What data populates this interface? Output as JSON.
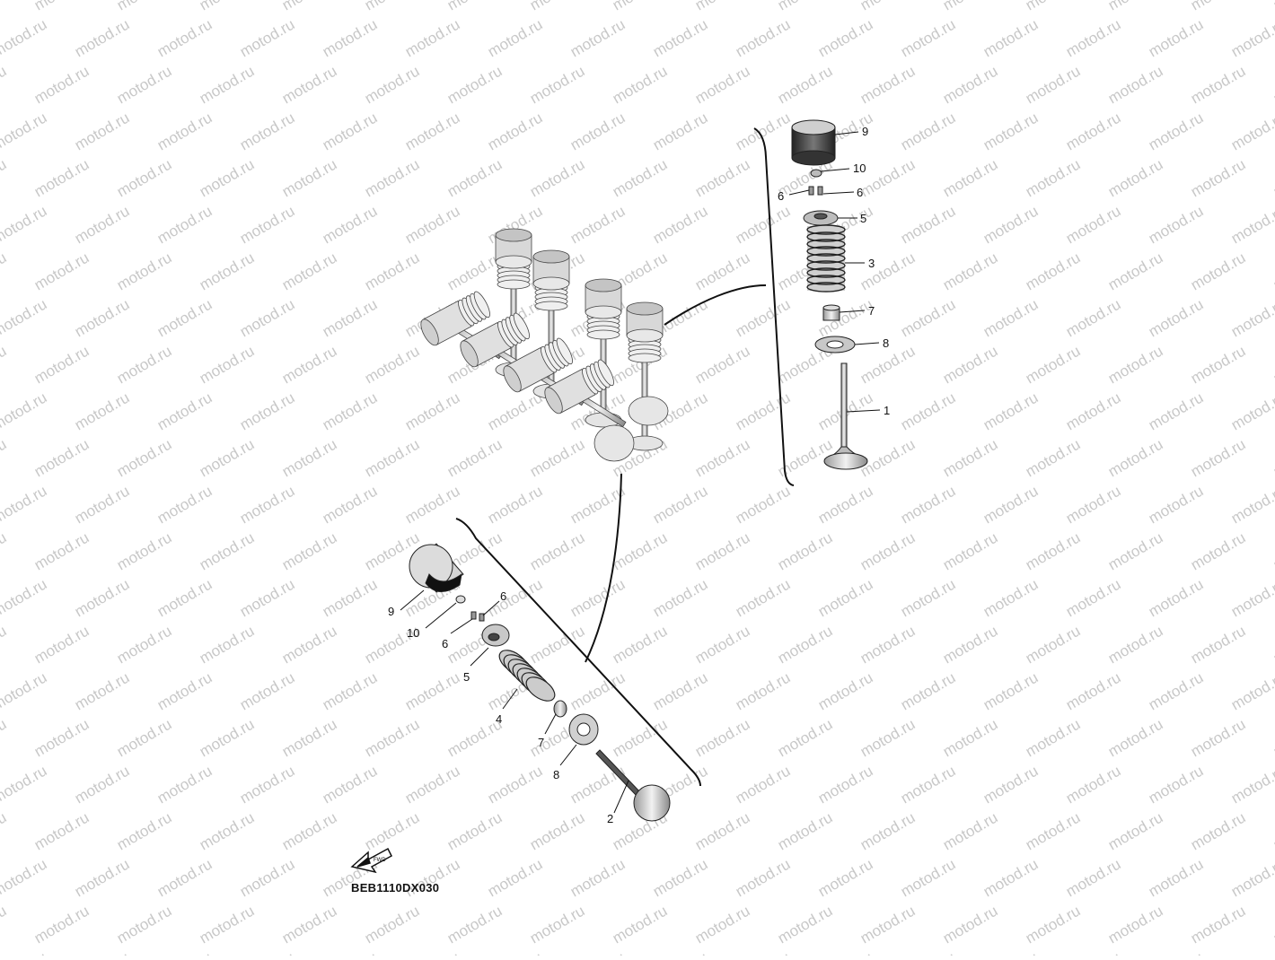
{
  "watermark": "motod.ru",
  "drawing_code": "BEB1110DX030",
  "front_arrow_text": "FWD",
  "upper_callouts": [
    "9",
    "10",
    "6",
    "6",
    "5",
    "3",
    "7",
    "8",
    "1"
  ],
  "lower_callouts": [
    "9",
    "10",
    "6",
    "6",
    "5",
    "4",
    "7",
    "8",
    "2"
  ],
  "colors": {
    "line": "#111111",
    "part_fill": "#d9d9d9",
    "part_dark": "#333333",
    "watermark": "#c8c8c8"
  }
}
